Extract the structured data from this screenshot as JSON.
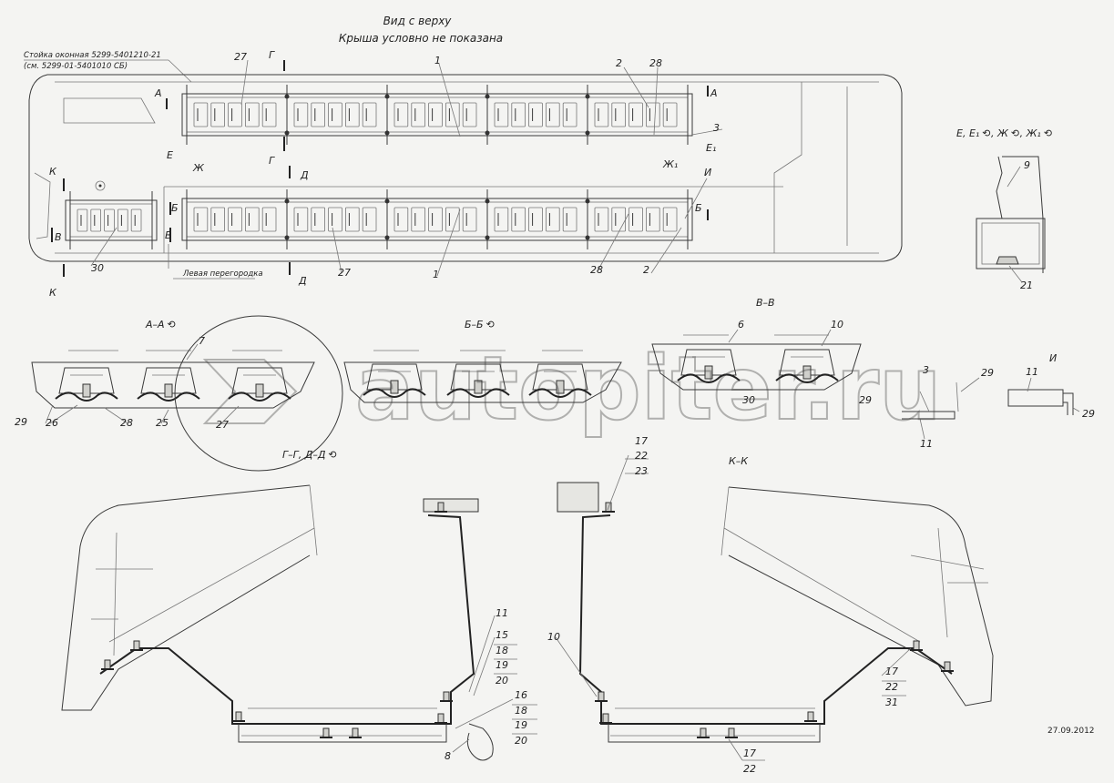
{
  "header": {
    "title_line1": "Вид с верху",
    "title_line2": "Крыша условно не показана",
    "note_line1": "Стойка оконная 5299-5401210-21",
    "note_line2": "(см. 5299-01-5401010 СБ)"
  },
  "top_view": {
    "upper_labels": [
      "27",
      "Г",
      "1",
      "2",
      "28",
      "А",
      "А",
      "3",
      "Е",
      "Г",
      "Е₁"
    ],
    "lower_labels": [
      "Ж",
      "Д",
      "Ж₁",
      "И",
      "К",
      "Б",
      "Б",
      "В",
      "В",
      "30",
      "27",
      "1",
      "28",
      "2",
      "Д",
      "К"
    ],
    "partition_label": "Левая перегородка"
  },
  "detail_e": {
    "title": "Е, Е₁ ⟲, Ж ⟲, Ж₁ ⟲",
    "labels": [
      "9",
      "21"
    ]
  },
  "section_aa": {
    "title": "А–А ⟲",
    "labels": [
      "7",
      "29",
      "26",
      "28",
      "25",
      "27"
    ]
  },
  "section_bb": {
    "title": "Б–Б ⟲"
  },
  "section_vv": {
    "title": "В–В",
    "labels": [
      "6",
      "10",
      "3",
      "30",
      "29",
      "29",
      "11"
    ]
  },
  "detail_i": {
    "title": "И",
    "labels": [
      "11",
      "29"
    ]
  },
  "section_gg": {
    "title": "Г–Г, Д–Д ⟲",
    "labels": [
      "11",
      "15",
      "18",
      "19",
      "20",
      "16",
      "18",
      "19",
      "20",
      "8"
    ]
  },
  "section_kk": {
    "title": "К–К",
    "labels": [
      "17",
      "22",
      "23",
      "10",
      "17",
      "22",
      "31",
      "17",
      "22"
    ]
  },
  "watermark": "autopiter.ru",
  "date": "27.09.2012"
}
